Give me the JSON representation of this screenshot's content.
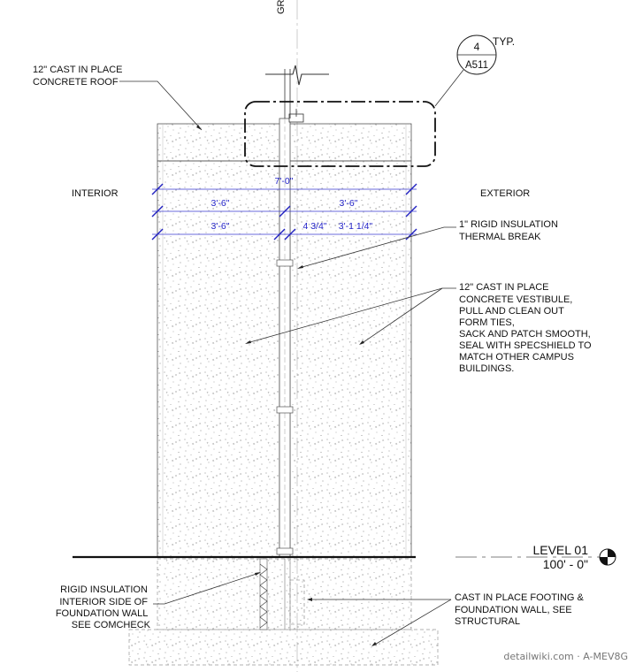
{
  "grid_label": "GRI",
  "callout": {
    "detail_number": "4",
    "sheet": "A511",
    "typ": "TYP."
  },
  "labels": {
    "roof": [
      "12\" CAST IN PLACE",
      "CONCRETE ROOF"
    ],
    "interior": "INTERIOR",
    "exterior": "EXTERIOR",
    "insulation_break": [
      "1\" RIGID INSULATION",
      "THERMAL BREAK"
    ],
    "vestibule": [
      "12\" CAST IN PLACE",
      "CONCRETE VESTIBULE,",
      "PULL AND CLEAN OUT",
      "FORM TIES,",
      "SACK AND PATCH SMOOTH,",
      "SEAL WITH SPECSHIELD TO",
      "MATCH OTHER CAMPUS",
      "BUILDINGS."
    ],
    "rigid_insulation": [
      "RIGID INSULATION",
      "INTERIOR SIDE OF",
      "FOUNDATION WALL",
      "SEE COMCHECK"
    ],
    "footing": [
      "CAST IN PLACE FOOTING &",
      "FOUNDATION WALL, SEE",
      "STRUCTURAL"
    ]
  },
  "dimensions": {
    "overall": "7'-0\"",
    "row1_left": "3'-6\"",
    "row1_right": "3'-6\"",
    "row2_left": "3'-6\"",
    "row2_mid": "4 3/4\"",
    "row2_right": "3'-1 1/4\""
  },
  "level": {
    "name": "LEVEL 01",
    "elevation": "100' - 0\""
  },
  "watermark": "detailwiki.com · A-MEV8G"
}
